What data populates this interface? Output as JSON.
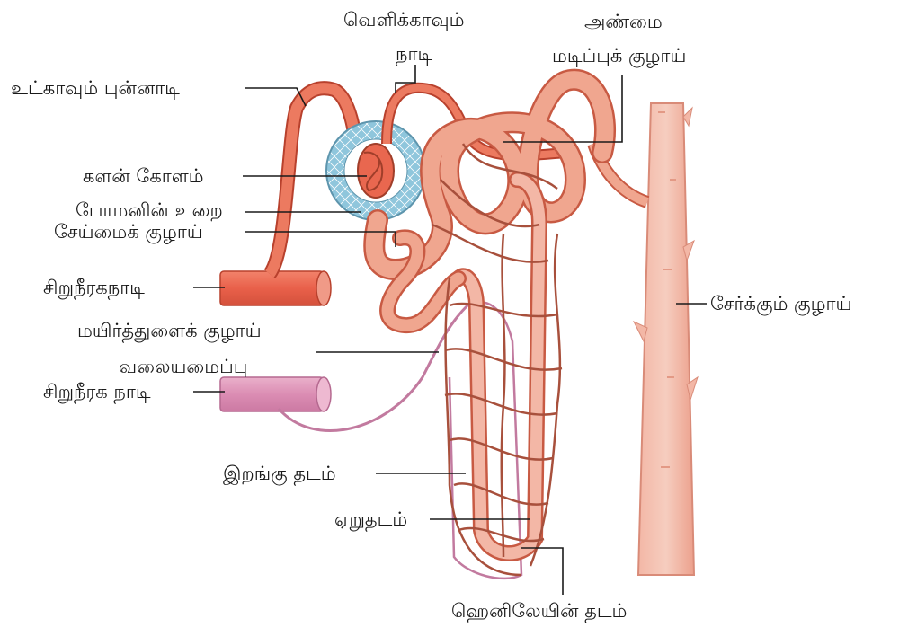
{
  "diagram": {
    "labels": {
      "efferent_arteriole_1": "வெளிக்காவும்",
      "efferent_arteriole_2": "நாடி",
      "afferent_arteriole": "உட்காவும் புன்னாடி",
      "proximal_tubule_1": "அண்மை",
      "proximal_tubule_2": "மடிப்புக் குழாய்",
      "glomerulus": "களன் கோளம்",
      "bowmans_capsule": "போமனின் உறை",
      "distal_tubule": "சேய்மைக் குழாய்",
      "renal_artery": "சிறுநீரகநாடி",
      "capillary_network_1": "மயிர்த்துளைக் குழாய்",
      "capillary_network_2": "வலையமைப்பு",
      "renal_vein": "சிறுநீரக நாடி",
      "collecting_duct": "சேர்க்கும் குழாய்",
      "descending_limb": "இறங்கு தடம்",
      "ascending_limb": "ஏறுதடம்",
      "loop_of_henle": "ஹெனிலேயின் தடம்"
    },
    "colors": {
      "tubule": "#f0a68f",
      "tubule_edge": "#c85a43",
      "artery": "#e8634a",
      "vein": "#e0a0bf",
      "capsule": "#8fc6dc",
      "capillary": "#a8503c",
      "leader": "#1a1a1a"
    }
  }
}
